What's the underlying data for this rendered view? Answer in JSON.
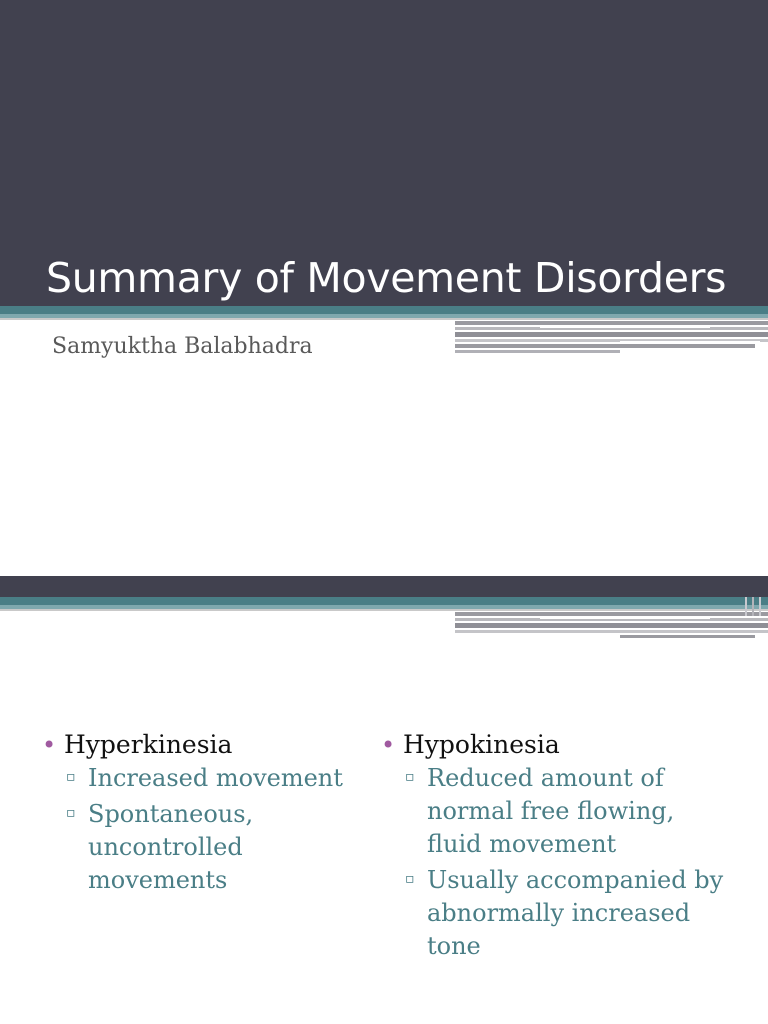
{
  "slide1": {
    "title": "Summary of Movement Disorders",
    "subtitle": "Samyuktha Balabhadra"
  },
  "slide2": {
    "columns": [
      {
        "heading": "Hyperkinesia",
        "items": [
          "Increased movement",
          "Spontaneous, uncontrolled movements"
        ]
      },
      {
        "heading": "Hypokinesia",
        "items": [
          "Reduced amount of normal free flowing, fluid movement",
          "Usually accompanied by abnormally increased tone"
        ]
      }
    ]
  },
  "colors": {
    "dark_band": "#41414f",
    "teal_accent": "#4a7e86",
    "bullet_purple": "#a05aa0"
  }
}
